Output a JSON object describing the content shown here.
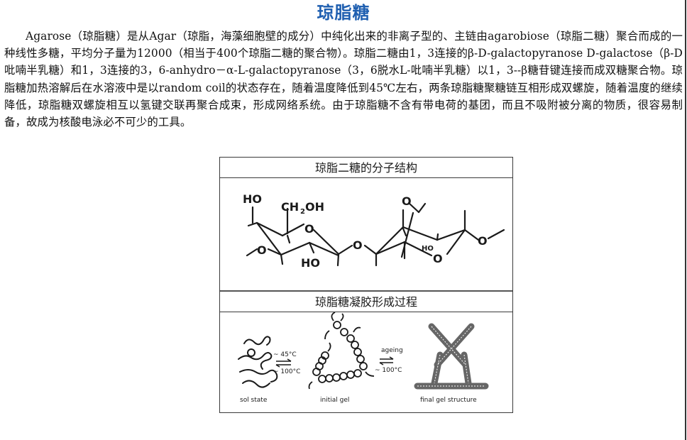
{
  "page": {
    "title": "琼脂糖",
    "body_paragraph": "Agarose（琼脂糖）是从Agar（琼脂，海藻细胞壁的成分）中纯化出来的非离子型的、主链由agarobiose（琼脂二糖）聚合而成的一种线性多糖，平均分子量为12000（相当于400个琼脂二糖的聚合物）。琼脂二糖由1，3连接的β-D-galactopyranose D-galactose（β-D吡喃半乳糖）和1，3连接的3，6-anhydro－α-L-galactopyranose（3，6脱水L-吡喃半乳糖）以1，3--β糖苷键连接而成双糖聚合物。琼脂糖加热溶解后在水溶液中是以random coil的状态存在，随着温度降低到45℃左右，两条琼脂糖聚糖链互相形成双螺旋，随着温度的继续降低，琼脂糖双螺旋相互以氢键交联再聚合成束，形成网络系统。由于琼脂糖不含有带电荷的基团，而且不吸附被分离的物质，很容易制备，故成为核酸电泳必不可少的工具。"
  },
  "figure": {
    "structure_header": "琼脂二糖的分子结构",
    "structure_labels": {
      "ho_top": "HO",
      "ch2oh": "CH",
      "ch2oh_sub": "2",
      "ch2oh_tail": "OH",
      "ring_o1": "O",
      "ring_o_left": "O",
      "ho_bottom": "HO",
      "glycosidic_o": "O",
      "bridge_o": "O",
      "ho_small": "HO",
      "ring_o2": "O",
      "terminal_o": "O"
    },
    "gel_header": "琼脂糖凝胶形成过程",
    "gel_labels": {
      "cool_temp": "~ 45°C",
      "heat_temp1": "~ 100°C",
      "ageing": "ageing",
      "heat_temp2": "~ 100°C",
      "sol_state": "sol state",
      "initial_gel": "initial gel",
      "final_gel": "final gel structure"
    },
    "colors": {
      "title": "#1f5fb0",
      "border": "#3a3a3a",
      "ink": "#1a1a1a"
    }
  }
}
